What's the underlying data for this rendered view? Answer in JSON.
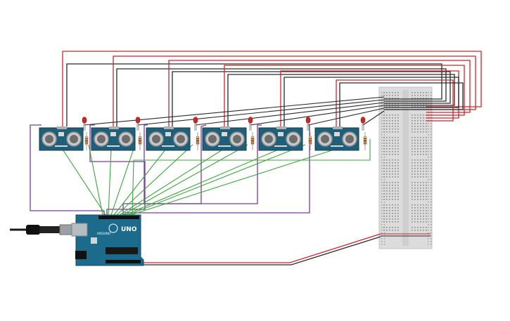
{
  "arduino": {
    "brand": "ARDUINO",
    "model": "UNO"
  },
  "sensors": [
    {
      "id": "s1"
    },
    {
      "id": "s2"
    },
    {
      "id": "s3"
    },
    {
      "id": "s4"
    },
    {
      "id": "s5"
    },
    {
      "id": "s6"
    }
  ],
  "colors": {
    "board": "#1c6b8d",
    "sensor": "#1f5f7a",
    "wire_red": "#d2232a",
    "wire_black": "#2a2a2a",
    "wire_green": "#3aa83a",
    "wire_purple": "#7a3f98",
    "breadboard": "#d9d9d9",
    "led": "#c62828"
  },
  "icons": {
    "usb_cable": "usb-plug-icon",
    "led": "led-icon",
    "resistor": "resistor-icon"
  }
}
